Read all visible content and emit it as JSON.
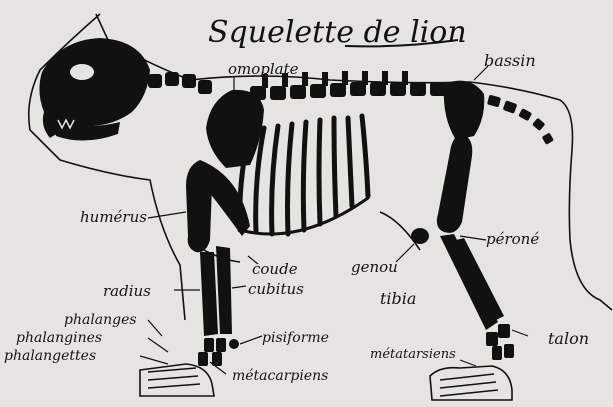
{
  "title": "Squelette de lion",
  "labels": {
    "omoplate": "omoplate",
    "bassin": "bassin",
    "humerus": "humérus",
    "coude": "coude",
    "cubitus": "cubitus",
    "radius": "radius",
    "perone": "péroné",
    "genou": "genou",
    "tibia": "tibia",
    "phalanges": "phalanges",
    "phalangines": "phalangines",
    "phalangettes": "phalangettes",
    "pisiforme": "pisiforme",
    "metacarpiens": "métacarpiens",
    "metatarsiens": "métatarsiens",
    "talon": "talon"
  },
  "colors": {
    "ink": "#111111",
    "paper": "#e6e4e1"
  }
}
